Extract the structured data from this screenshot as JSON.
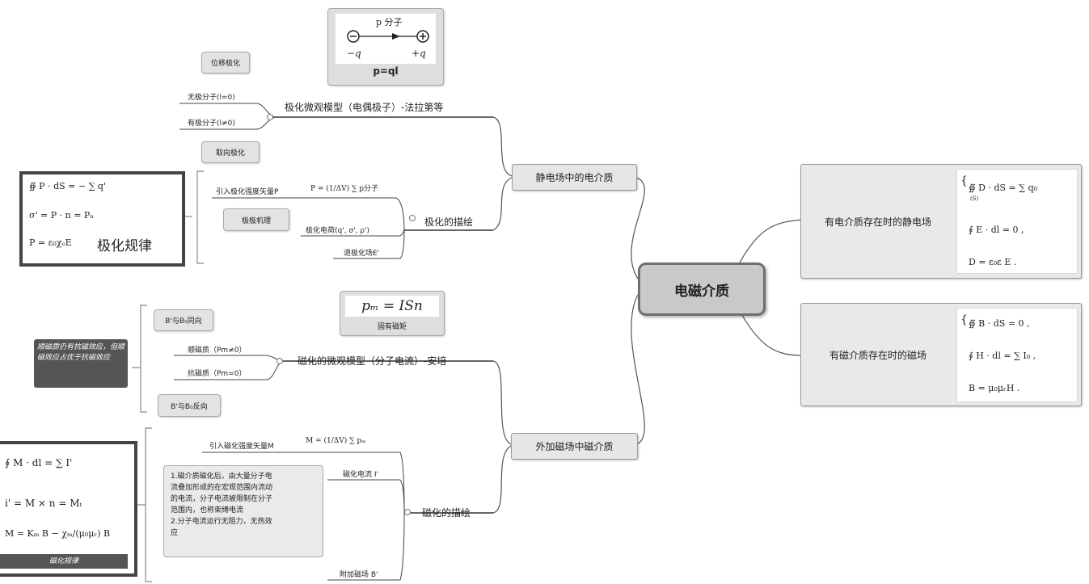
{
  "central": "电磁介质",
  "right": {
    "electric": {
      "title": "有电介质存在时的静电场",
      "f1": "∯ D · dS = ∑ q₀",
      "f1_sub": "(S)",
      "f2": "∮ E · dl = 0 ,",
      "f3": "D = ε₀ε  E ."
    },
    "magnetic": {
      "title": "有磁介质存在时的磁场",
      "f1": "∯ B · dS = 0 ,",
      "f2": "∮ H · dl = ∑ I₀ ,",
      "f3": "B = μ₀μᵣH ."
    }
  },
  "dielectric": {
    "branch": "静电场中的电介质",
    "model": "极化微观模型（电偶极子）-法拉第等",
    "nonpolar": "无极分子(l=0)",
    "polar": "有极分子(l≠0)",
    "displacement": "位移极化",
    "orientation": "取向极化",
    "dipole_p": "p 分子",
    "dipole_minus": "−q",
    "dipole_plus": "+q",
    "dipole_formula": "p=ql",
    "description": "极化的描绘",
    "intro_vector": "引入极化强度矢量P",
    "intro_formula": "P = (1/ΔV) ∑ p分子",
    "mechanism": "极极机理",
    "charges": "极化电荷(q', σ', ρ')",
    "field": "退极化场E'",
    "law1": "∯ P · dS = − ∑ q'",
    "law2": "σ' = P · n = Pₙ",
    "law3": "P = ε₀χₑE",
    "law_label": "极化规律"
  },
  "magnetic_medium": {
    "branch": "外加磁场中磁介质",
    "model": "磁化的微观模型（分子电流）-安培",
    "moment_formula": "pₘ = ISn",
    "moment_label": "固有磁矩",
    "para_dir": "B'与B₀同向",
    "para": "顺磁质（Pm≠0）",
    "dia": "抗磁质（Pm=0）",
    "dia_dir": "B'与B₀反向",
    "note": "顺磁质仍有抗磁效应，但顺磁效应占优于抗磁效应",
    "description": "磁化的描绘",
    "intro_vector": "引入磁化强度矢量M",
    "intro_formula": "M = (1/ΔV) ∑ pₘ",
    "current": "磁化电流 I'",
    "extra_field": "附加磁场 B'",
    "text_lines": [
      "1.磁介质磁化后，由大量分子电",
      "流叠加形成的在宏观范围内流动",
      "的电流，分子电流被限制在分子",
      "范围内，也称束缚电流",
      "2.分子电流运行无阻力，无热效",
      "应"
    ],
    "law1": "∮ M · dl = ∑ I'",
    "law2": "i' = M × n = Mₜ",
    "law3": "M = Kₘ B − χₘ/(μ₀μᵣ) B",
    "law_label": "磁化规律"
  }
}
